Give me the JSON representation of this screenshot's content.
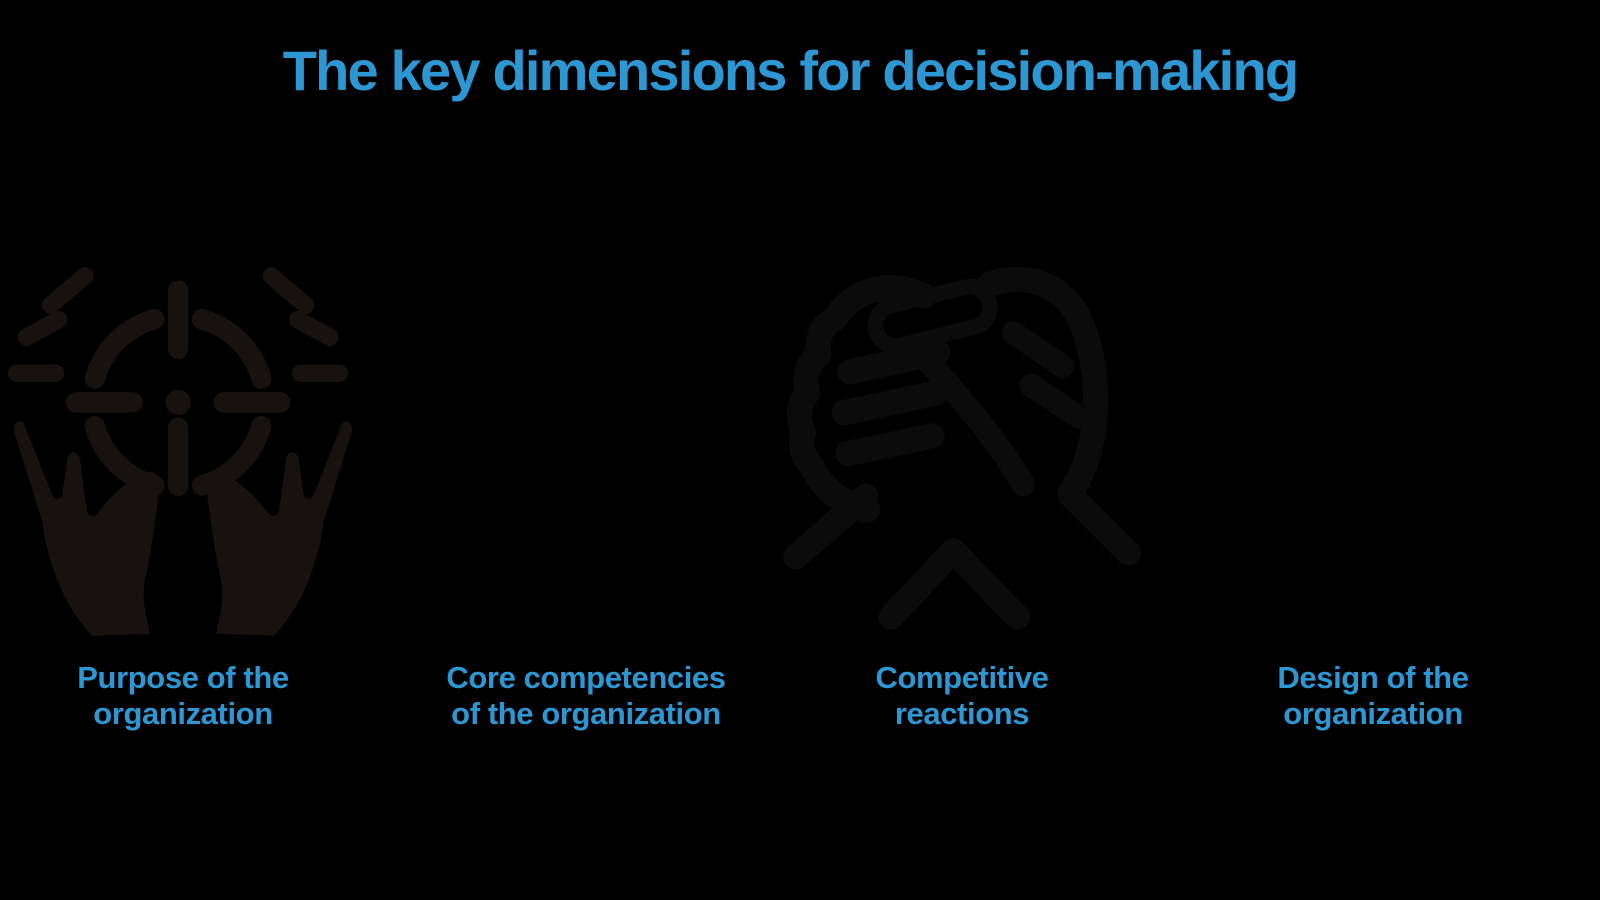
{
  "title": {
    "text": "The key dimensions for decision-making"
  },
  "columns": [
    {
      "label": "Purpose of the\norganization",
      "icon": "hands-holding-target-icon"
    },
    {
      "label": "Core competencies\nof the organization",
      "icon": ""
    },
    {
      "label": "Competitive\nreactions",
      "icon": "clasped-hands-icon"
    },
    {
      "label": "Design of the\norganization",
      "icon": ""
    }
  ],
  "colors": {
    "background": "#000000",
    "accent_blue": "#2d97d4",
    "icon_dark": "#17120f",
    "icon_outline_dark": "#0b0b0c"
  }
}
